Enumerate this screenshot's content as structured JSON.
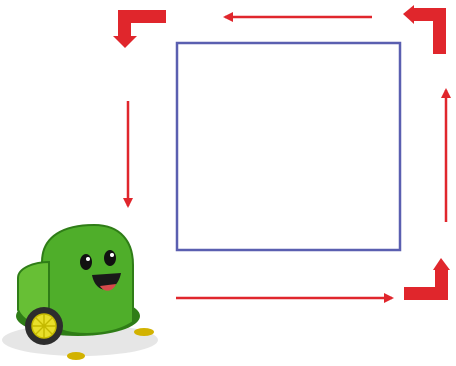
{
  "diagram": {
    "square": {
      "stroke_color": "#5a5fb0",
      "fill_color": "#ffffff"
    },
    "path_arrows": {
      "color": "#e0262c",
      "sequence": [
        "right",
        "up",
        "left",
        "down"
      ]
    },
    "corner_turns": {
      "color": "#e0262c",
      "count": 3
    },
    "robot": {
      "body_color": "#4fae2a",
      "body_dark_color": "#2f7d17",
      "wheel_color": "#e8df2a",
      "shadow_color": "#e6e6e6"
    }
  }
}
